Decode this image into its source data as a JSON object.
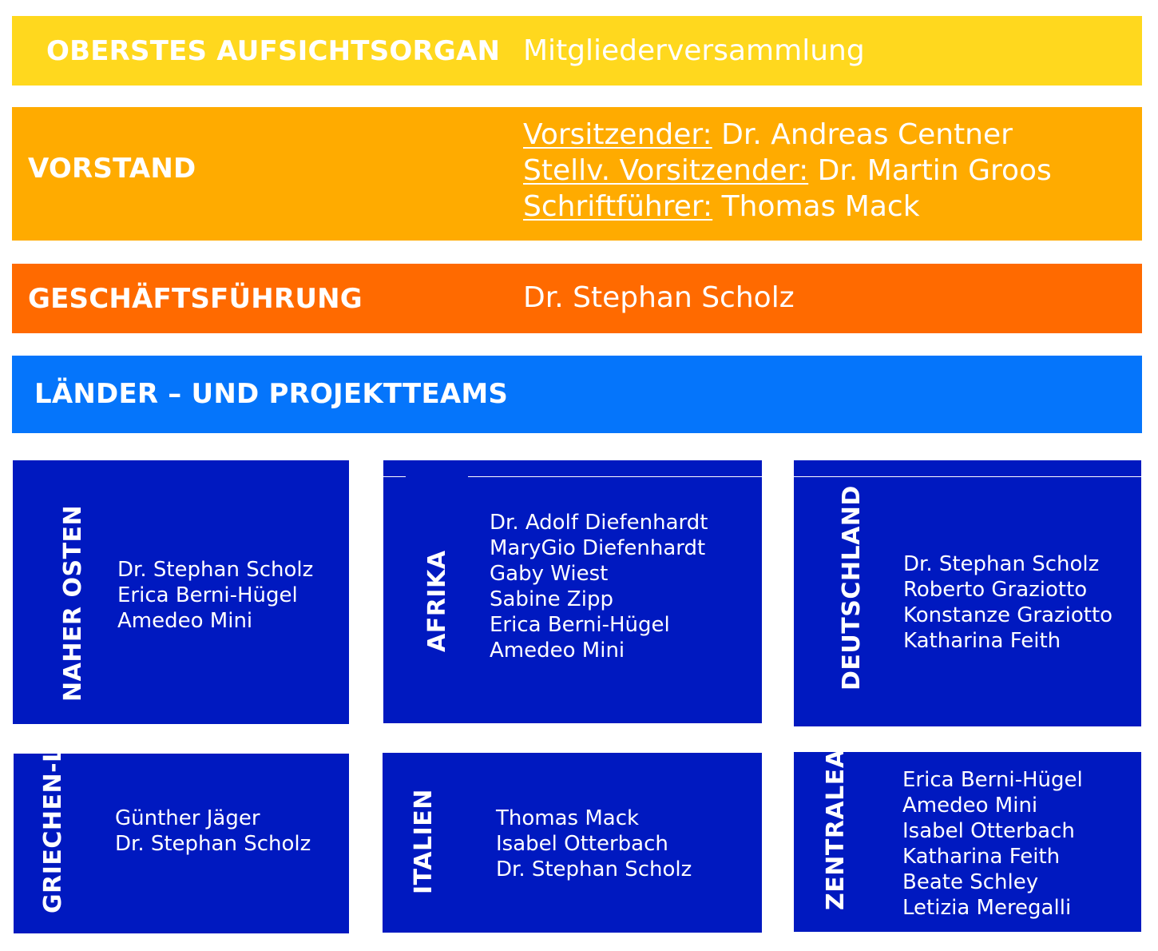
{
  "bands": {
    "supervisory": {
      "title": "OBERSTES AUFSICHTSORGAN",
      "value": "Mitgliederversammlung",
      "color": "#ffd81e"
    },
    "board": {
      "title": "VORSTAND",
      "color": "#ffab00",
      "roles": [
        {
          "label": "Vorsitzender:",
          "name": " Dr. Andreas Centner"
        },
        {
          "label": "Stellv. Vorsitzender:",
          "name": " Dr. Martin Groos"
        },
        {
          "label": "Schriftführer:",
          "name": " Thomas Mack"
        }
      ]
    },
    "management": {
      "title": "GESCHÄFTSFÜHRUNG",
      "value": "Dr. Stephan Scholz",
      "color": "#ff6a00"
    },
    "teams": {
      "title": "LÄNDER – UND PROJEKTTEAMS",
      "color": "#0575fb"
    }
  },
  "team_color": "#0019c0",
  "teams": [
    {
      "label_lines": [
        "NAHER OSTEN"
      ],
      "members": [
        "Dr. Stephan Scholz",
        "Erica Berni-Hügel",
        "Amedeo Mini"
      ]
    },
    {
      "label_lines": [
        "AFRIKA"
      ],
      "members": [
        "Dr. Adolf  Diefenhardt",
        "MaryGio Diefenhardt",
        "Gaby Wiest",
        "Sabine Zipp",
        "Erica Berni-Hügel",
        "Amedeo Mini"
      ]
    },
    {
      "label_lines": [
        "DEUTSCHLAND"
      ],
      "members": [
        "Dr. Stephan Scholz",
        "Roberto Graziotto",
        "Konstanze Graziotto",
        "Katharina Feith"
      ]
    },
    {
      "label_lines": [
        "GRIECHEN-",
        "LAND"
      ],
      "members": [
        "Günther Jäger",
        "Dr. Stephan Scholz"
      ]
    },
    {
      "label_lines": [
        "ITALIEN"
      ],
      "members": [
        "Thomas Mack",
        "Isabel Otterbach",
        "Dr. Stephan Scholz"
      ]
    },
    {
      "label_lines": [
        "ZENTRALE",
        "AUFGABEN"
      ],
      "members": [
        "Erica Berni-Hügel",
        "Amedeo Mini",
        "Isabel Otterbach",
        "Katharina Feith",
        "Beate Schley",
        "Letizia Meregalli"
      ]
    }
  ]
}
